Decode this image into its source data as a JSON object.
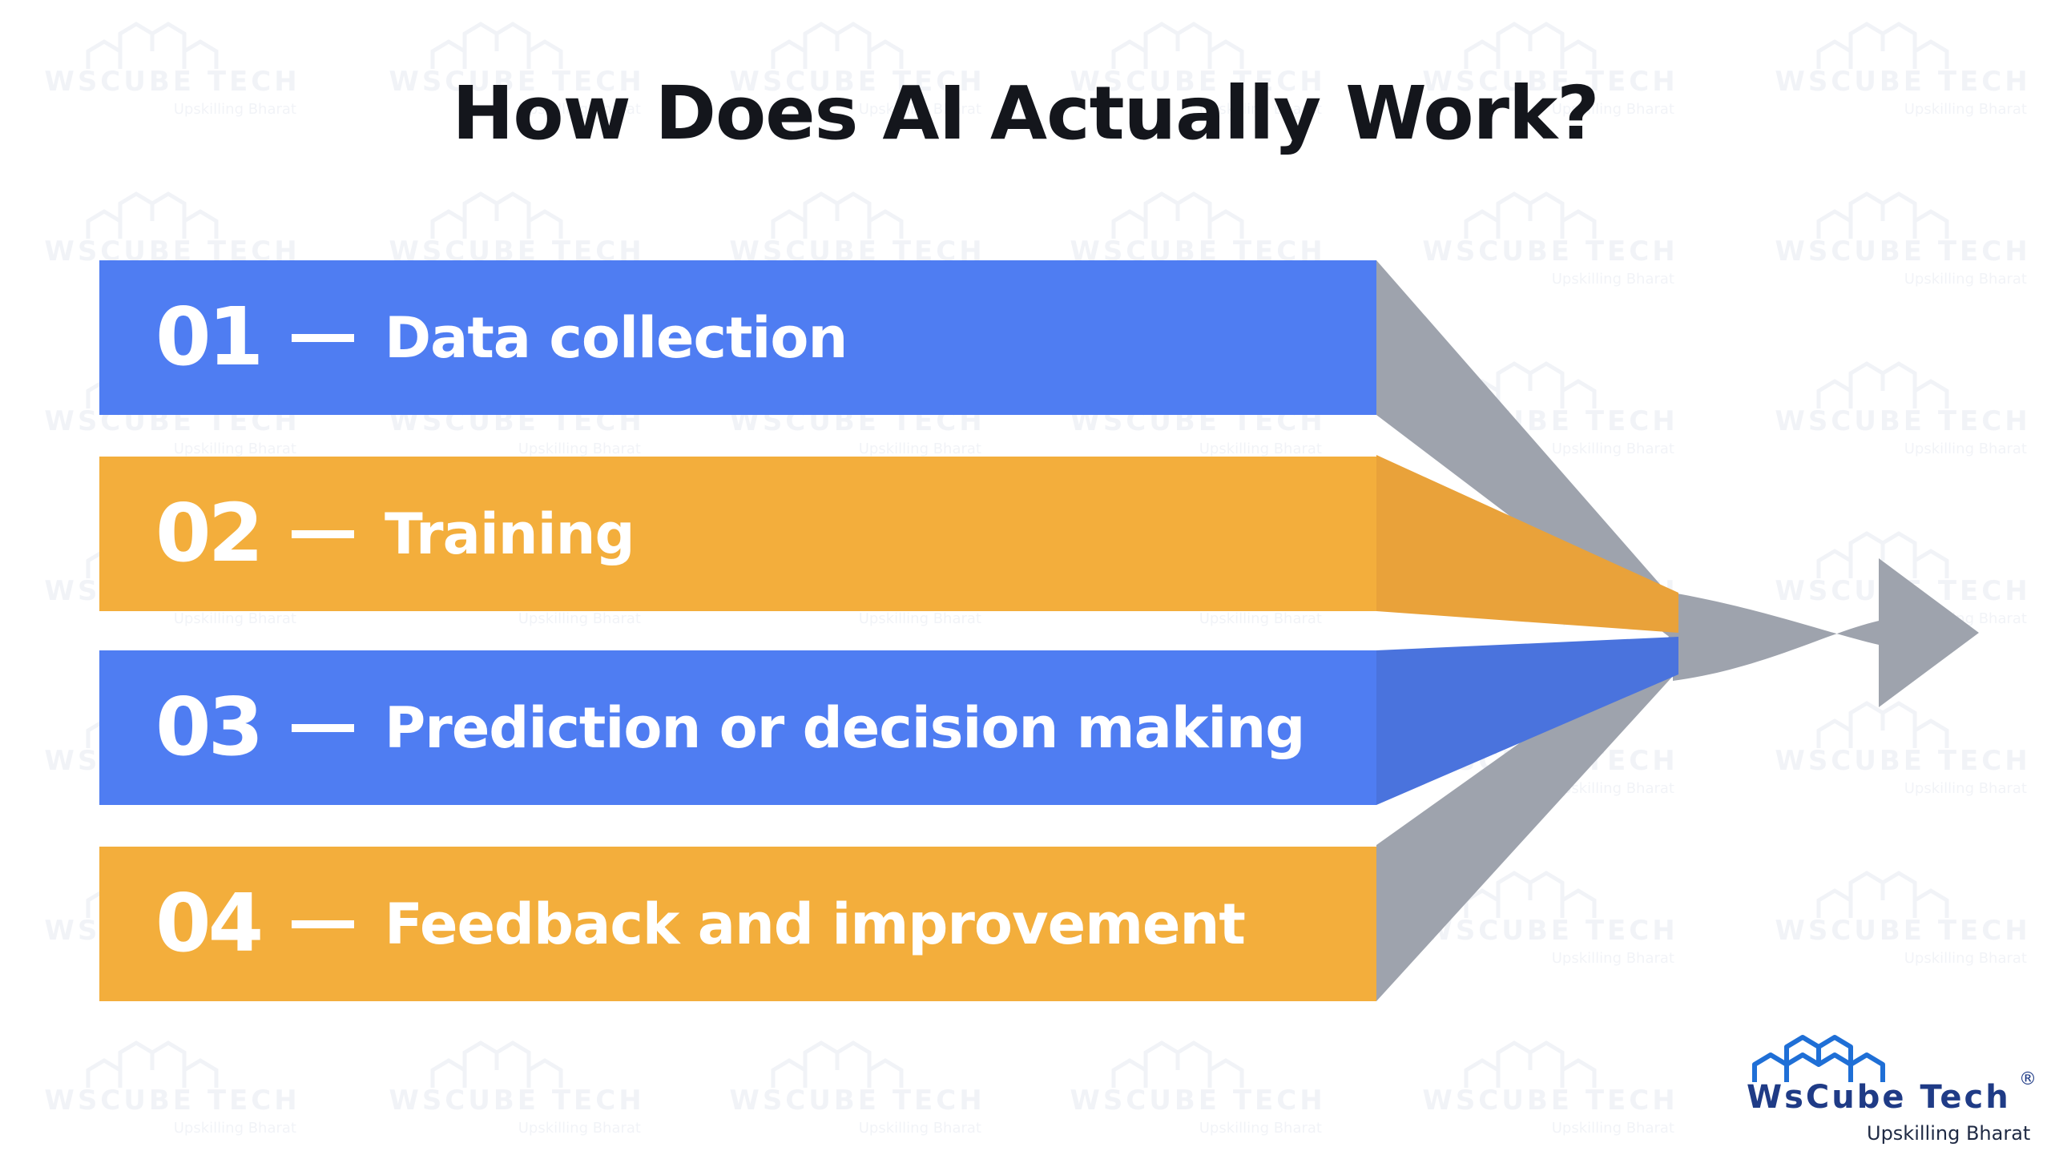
{
  "title": "How Does AI Actually Work?",
  "steps": [
    {
      "number": "01",
      "label": "Data collection",
      "color": "#4f7df2"
    },
    {
      "number": "02",
      "label": "Training",
      "color": "#f3ae3c"
    },
    {
      "number": "03",
      "label": "Prediction or decision making",
      "color": "#4f7df2"
    },
    {
      "number": "04",
      "label": "Feedback and improvement",
      "color": "#f3ae3c"
    }
  ],
  "arrow_color": "#9ea3ad",
  "logo": {
    "brand": "WsCube Tech",
    "tagline": "Upskilling Bharat",
    "registered": "®",
    "brand_color": "#1f3b86"
  }
}
